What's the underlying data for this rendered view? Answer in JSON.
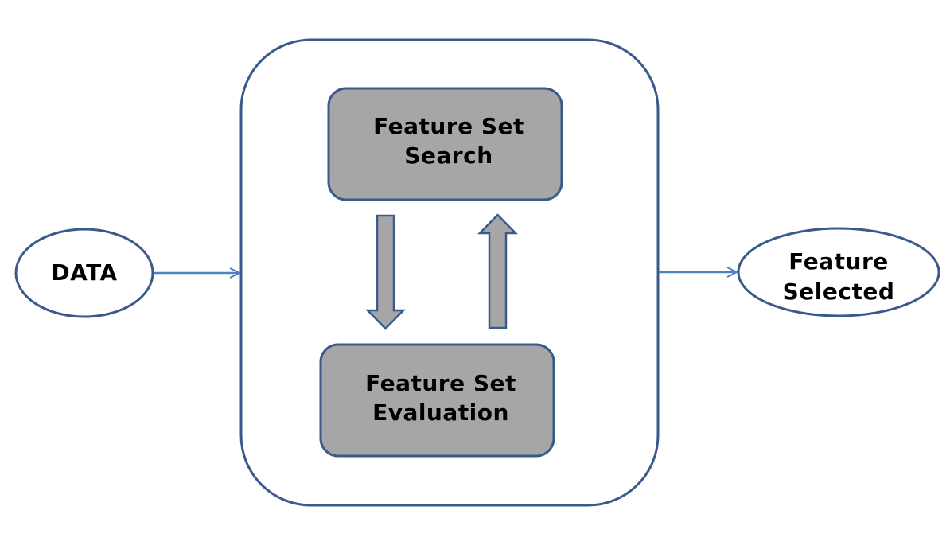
{
  "colors": {
    "outline": "#3A5A8C",
    "process_fill": "#A6A6A6",
    "arrow_line": "#4F81BD",
    "background": "#FFFFFF"
  },
  "input": {
    "label": "DATA"
  },
  "output": {
    "line1": "Feature",
    "line2": "Selected"
  },
  "process": {
    "search": {
      "line1": "Feature Set",
      "line2": "Search"
    },
    "evaluation": {
      "line1": "Feature Set",
      "line2": "Evaluation"
    }
  }
}
